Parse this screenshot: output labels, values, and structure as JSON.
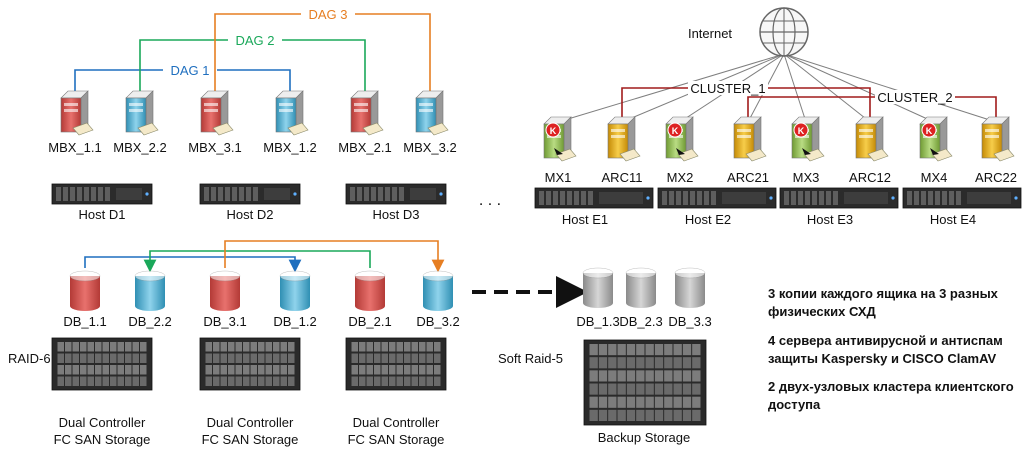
{
  "colors": {
    "dag1": "#1f6fbf",
    "dag2": "#1aa85a",
    "dag3": "#e67e22",
    "cluster": "#a11c1c",
    "internet_link": "#7f7f7f",
    "mailbox_red": "#d9534f",
    "mailbox_blue": "#4fb3d9",
    "mx_green": "#8fbf4a",
    "arc_gold": "#e6ac12",
    "db_red": "#d9534f",
    "db_blue": "#5bbad9",
    "db_gray": "#a9a9a9",
    "text": "#111111"
  },
  "dag": [
    {
      "label": "DAG 1",
      "color_key": "dag1"
    },
    {
      "label": "DAG 2",
      "color_key": "dag2"
    },
    {
      "label": "DAG 3",
      "color_key": "dag3"
    }
  ],
  "mailbox_servers": [
    {
      "label": "MBX_1.1",
      "color": "red"
    },
    {
      "label": "MBX_2.2",
      "color": "blue"
    },
    {
      "label": "MBX_3.1",
      "color": "red"
    },
    {
      "label": "MBX_1.2",
      "color": "blue"
    },
    {
      "label": "MBX_2.1",
      "color": "red"
    },
    {
      "label": "MBX_3.2",
      "color": "blue"
    }
  ],
  "hosts_d": [
    "Host D1",
    "Host D2",
    "Host D3"
  ],
  "ellipsis": ". . .",
  "internet": {
    "label": "Internet",
    "icon": "globe-icon"
  },
  "clusters": [
    "CLUSTER_1",
    "CLUSTER_2"
  ],
  "edge_servers": [
    {
      "label": "MX1",
      "role": "mx"
    },
    {
      "label": "ARC11",
      "role": "arc"
    },
    {
      "label": "MX2",
      "role": "mx"
    },
    {
      "label": "ARC21",
      "role": "arc"
    },
    {
      "label": "MX3",
      "role": "mx"
    },
    {
      "label": "ARC12",
      "role": "arc"
    },
    {
      "label": "MX4",
      "role": "mx"
    },
    {
      "label": "ARC22",
      "role": "arc"
    }
  ],
  "hosts_e": [
    "Host E1",
    "Host E2",
    "Host E3",
    "Host E4"
  ],
  "databases": [
    {
      "label": "DB_1.1",
      "color": "red"
    },
    {
      "label": "DB_2.2",
      "color": "blue"
    },
    {
      "label": "DB_3.1",
      "color": "red"
    },
    {
      "label": "DB_1.2",
      "color": "blue"
    },
    {
      "label": "DB_2.1",
      "color": "red"
    },
    {
      "label": "DB_3.2",
      "color": "blue"
    }
  ],
  "raid_label": "RAID-6",
  "san_storage": [
    "Dual Controller FC SAN Storage",
    "Dual Controller FC SAN Storage",
    "Dual Controller FC SAN Storage"
  ],
  "san_lines": [
    "Dual Controller",
    "FC SAN Storage"
  ],
  "backup_dbs": [
    "DB_1.3",
    "DB_2.3",
    "DB_3.3"
  ],
  "soft_raid_label": "Soft Raid-5",
  "backup_label": "Backup Storage",
  "notes": [
    "3 копии каждого ящика на 3 разных физических СХД",
    "4 сервера антивирусной и антиспам защиты Kaspersky и CISCO ClamAV",
    "2 двух-узловых кластера клиентского доступа"
  ],
  "notes_lines": [
    [
      "3 копии каждого ящика на 3 разных",
      "физических СХД"
    ],
    [
      "4 сервера антивирусной и антиспам",
      "защиты Kaspersky и CISCO ClamAV"
    ],
    [
      "2 двух-узловых кластера клиентского",
      "доступа"
    ]
  ]
}
